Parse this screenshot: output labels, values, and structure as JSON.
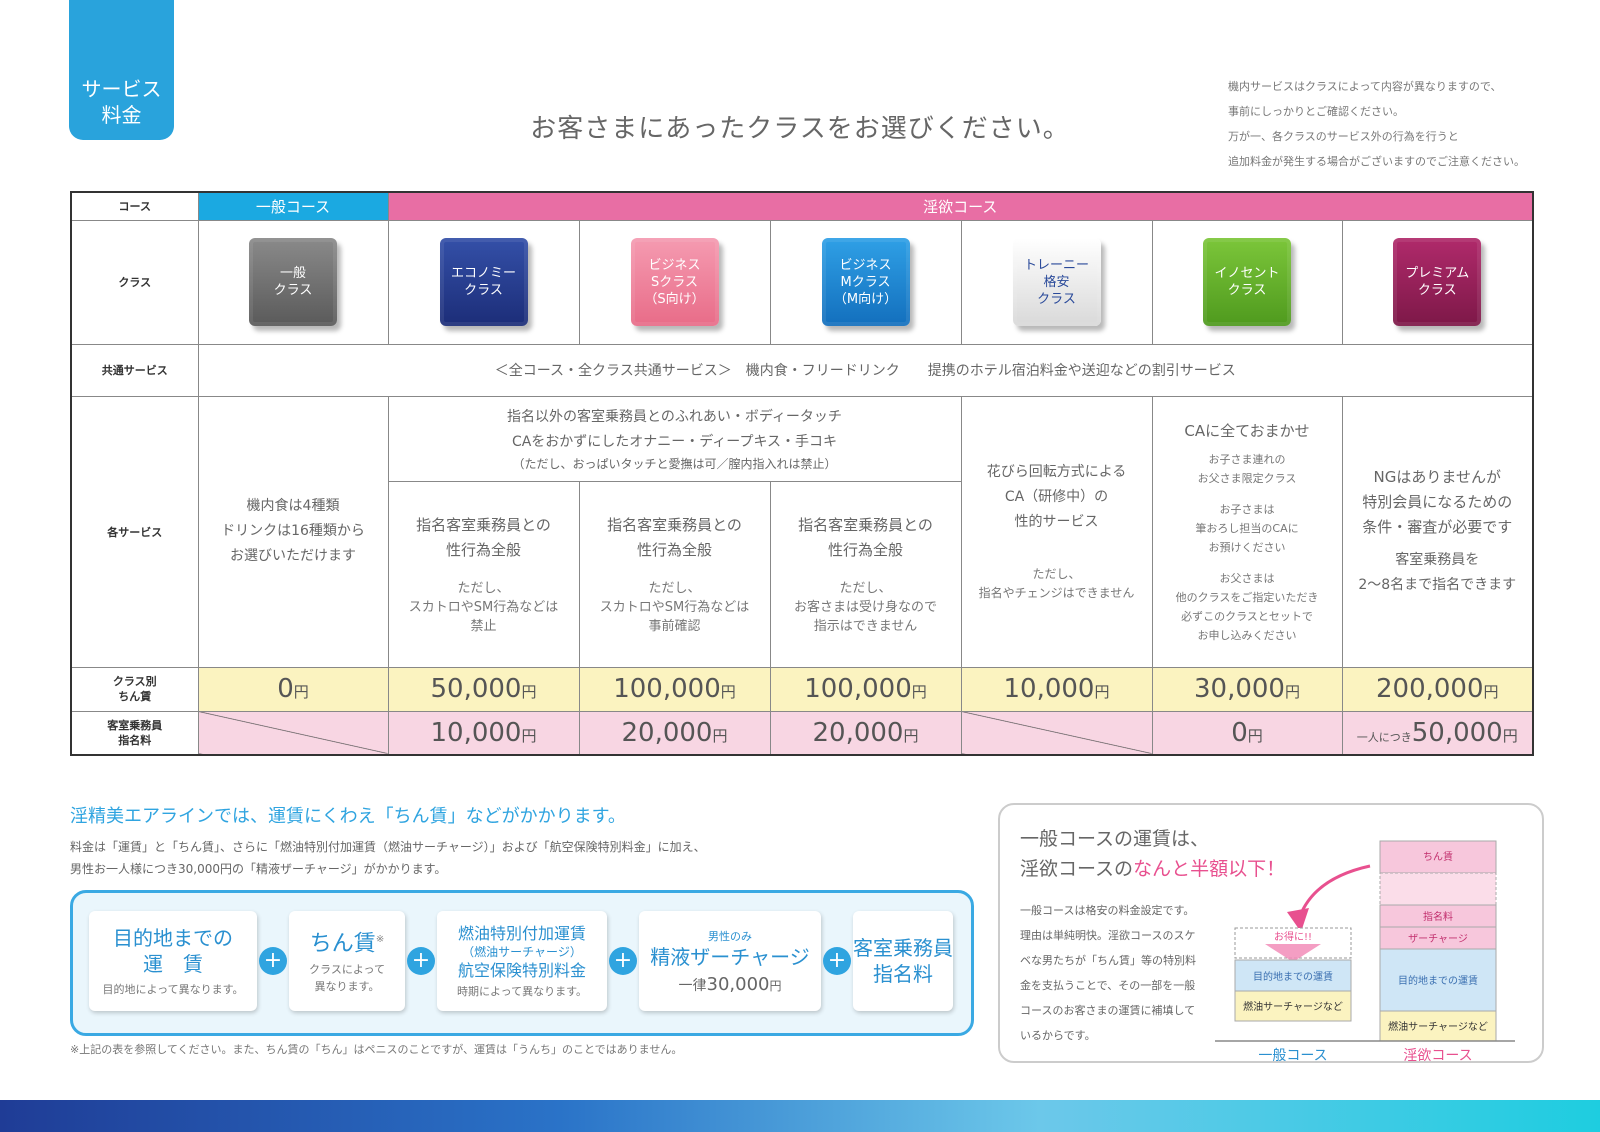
{
  "tab": {
    "label": "サービス\n料金"
  },
  "headline": "お客さまにあったクラスをお選びください。",
  "notes": [
    "機内サービスはクラスによって内容が異なりますので、",
    "事前にしっかりとご確認ください。",
    "万が一、各クラスのサービス外の行為を行うと",
    "追加料金が発生する場合がございますのでご注意ください。"
  ],
  "table": {
    "row_labels": {
      "course": "コース",
      "class": "クラス",
      "common": "共通サービス",
      "each": "各サービス",
      "fare": "クラス別\nちん賃",
      "fee": "客室乗務員\n指名料"
    },
    "courses": {
      "general": "一般コース",
      "lust": "淫欲コース"
    },
    "classes": [
      {
        "label": "一般\nクラス",
        "color": "#6a6a6a"
      },
      {
        "label": "エコノミー\nクラス",
        "color": "#253a8f"
      },
      {
        "label": "ビジネス\nSクラス\n（S向け）",
        "color": "#ee7e99"
      },
      {
        "label": "ビジネス\nMクラス\n（M向け）",
        "color": "#1b8ad4"
      },
      {
        "label": "トレーニー\n格安\nクラス",
        "color": "#efefef"
      },
      {
        "label": "イノセント\nクラス",
        "color": "#69b52c"
      },
      {
        "label": "プレミアム\nクラス",
        "color": "#9c1f5a"
      }
    ],
    "common_service": "＜全コース・全クラス共通サービス＞　機内食・フリードリンク　　提携のホテル宿泊料金や送迎などの割引サービス",
    "services": {
      "general": "機内食は4種類\nドリンクは16種類から\nお選びいただけます",
      "shared_top_1": "指名以外の客室乗務員とのふれあい・ボディータッチ",
      "shared_top_2": "CAをおかずにしたオナニー・ディープキス・手コキ",
      "shared_top_3": "（ただし、おっぱいタッチと愛撫は可／膣内指入れは禁止）",
      "economy_main": "指名客室乗務員との\n性行為全般",
      "economy_sub": "ただし、\nスカトロやSM行為などは\n禁止",
      "bizs_main": "指名客室乗務員との\n性行為全般",
      "bizs_sub": "ただし、\nスカトロやSM行為などは\n事前確認",
      "bizm_main": "指名客室乗務員との\n性行為全般",
      "bizm_sub": "ただし、\nお客さまは受け身なので\n指示はできません",
      "trainee_main": "花びら回転方式による\nCA（研修中）の\n性的サービス",
      "trainee_sub": "ただし、\n指名やチェンジはできません",
      "innocent_main": "CAに全ておまかせ",
      "innocent_sub1": "お子さま連れの\nお父さま限定クラス",
      "innocent_sub2": "お子さまは\n筆おろし担当のCAに\nお預けください",
      "innocent_sub3": "お父さまは\n他のクラスをご指定いただき\n必ずこのクラスとセットで\nお申し込みください",
      "premium_main": "NGはありませんが\n特別会員になるための\n条件・審査が必要です",
      "premium_sub": "客室乗務員を\n2〜8名まで指名できます"
    },
    "fares": [
      "0",
      "50,000",
      "100,000",
      "100,000",
      "10,000",
      "30,000",
      "200,000"
    ],
    "fees": {
      "economy": "10,000",
      "bizs": "20,000",
      "bizm": "20,000",
      "innocent": "0",
      "premium_prefix": "一人につき",
      "premium": "50,000"
    },
    "yen": "円"
  },
  "bottom": {
    "lead": "淫精美エアラインでは、運賃にくわえ「ちん賃」などがかかります。",
    "desc1": "料金は「運賃」と「ちん賃」、さらに「燃油特別付加運賃（燃油サーチャージ）」および「航空保険特別料金」に加え、",
    "desc2": "男性お一人様につき30,000円の「精液ザーチャージ」がかかります。",
    "formula": {
      "b1_big": "目的地までの\n運　賃",
      "b1_small": "目的地によって異なります。",
      "b2_big": "ちん賃",
      "b2_mark": "※",
      "b2_small": "クラスによって\n異なります。",
      "b3_l1": "燃油特別付加運賃",
      "b3_l2": "（燃油サーチャージ）",
      "b3_l3": "航空保険特別料金",
      "b3_small": "時期によって異なります。",
      "b4_top": "男性のみ",
      "b4_big": "精液ザーチャージ",
      "b4_price_prefix": "一律",
      "b4_price": "30,000",
      "b4_yen": "円",
      "b5_big": "客室乗務員\n指名料",
      "plus": "+"
    },
    "footnote": "※上記の表を参照してください。また、ちん賃の「ちん」はペニスのことですが、運賃は「うんち」のことではありません。"
  },
  "panel": {
    "title_1": "一般コースの運賃は、",
    "title_2a": "淫欲コースの",
    "title_2b": "なんと半額以下！",
    "desc": "一般コースは格安の料金設定です。理由は単純明快。淫欲コースのスケベな男たちが「ちん賃」等の特別料金を支払うことで、その一部を一般コースのお客さまの運賃に補填しているからです。",
    "save_label": "お得に!!",
    "general_label": "一般コース",
    "lust_label": "淫欲コース",
    "seg_fare": "目的地までの運賃",
    "seg_fuel": "燃油サーチャージなど",
    "seg_chinchin": "ちん賃",
    "seg_fee": "指名料",
    "seg_sur": "ザーチャージ"
  },
  "colors": {
    "blue": "#29a3dc",
    "pink": "#e86ea4",
    "fare_bg": "#fbf3c0",
    "fee_bg": "#f8d6e3"
  }
}
